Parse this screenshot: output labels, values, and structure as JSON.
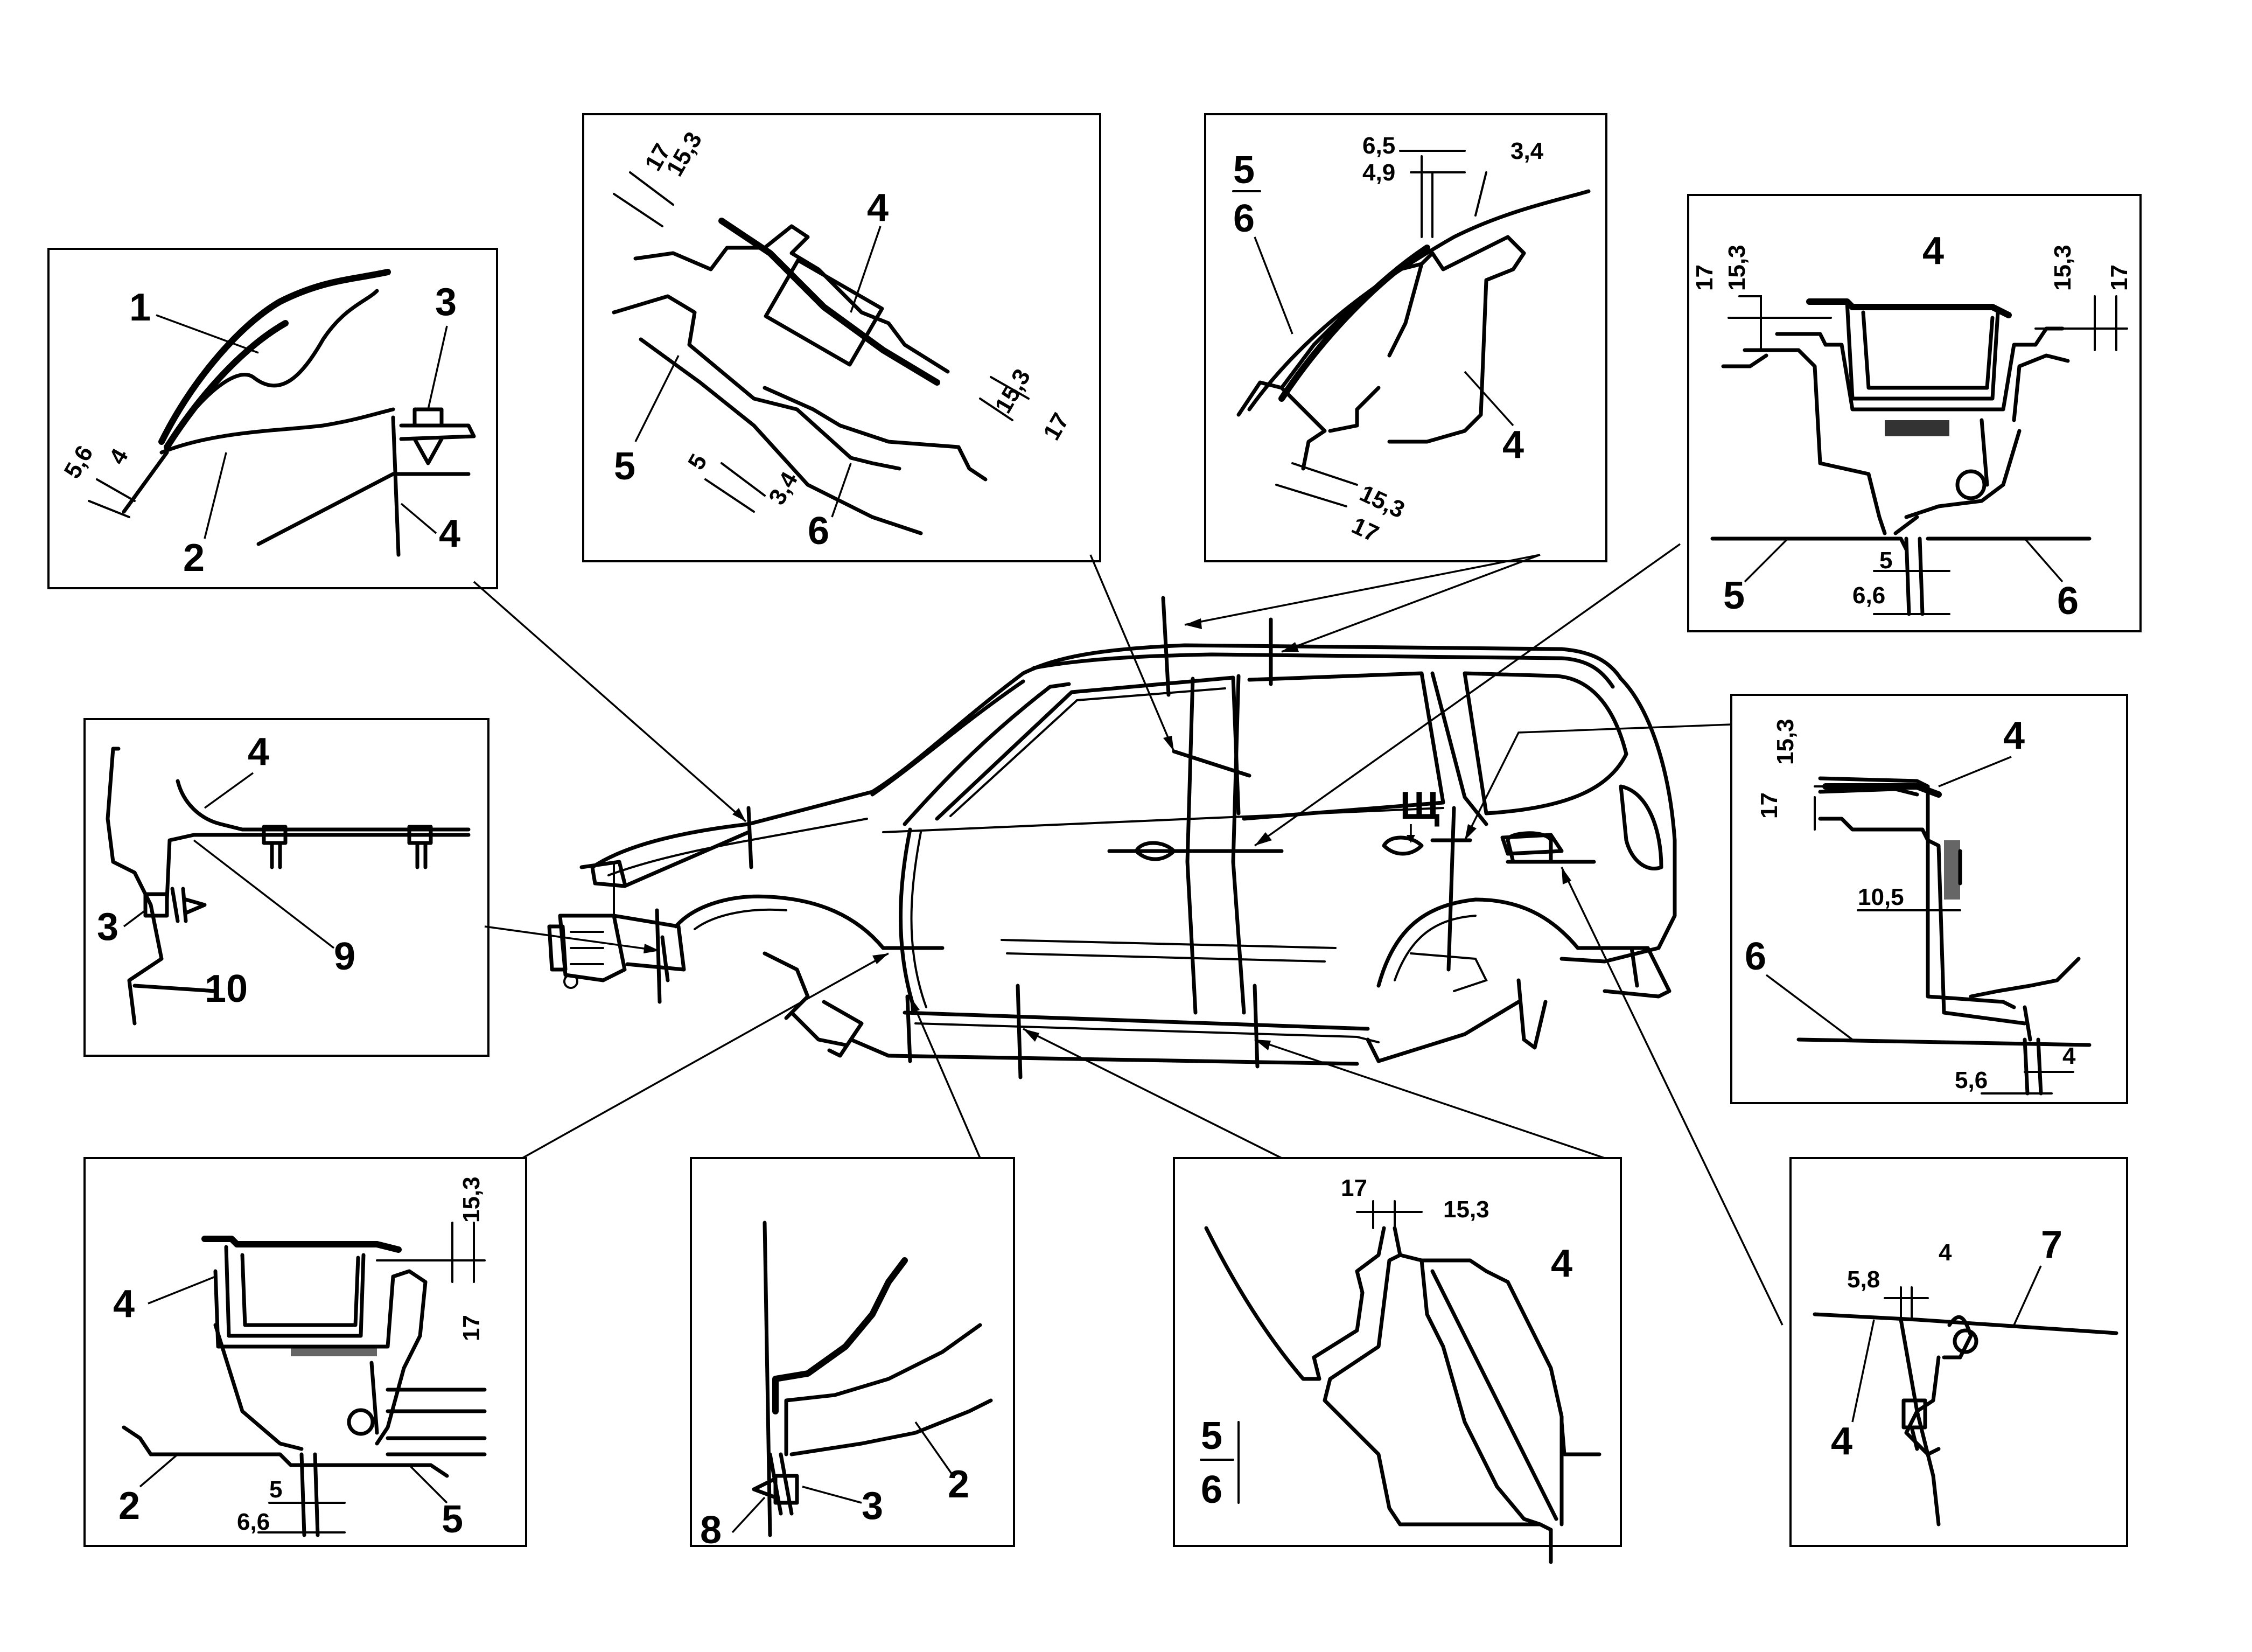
{
  "panels": {
    "hood_front": {
      "labels": [
        "1",
        "2",
        "3",
        "4"
      ],
      "dims": [
        "5,6",
        "4"
      ]
    },
    "roof_front": {
      "labels": [
        "4",
        "5",
        "6"
      ],
      "dims": [
        "17",
        "15,3",
        "15,3",
        "17",
        "5",
        "3,4"
      ]
    },
    "roof_rear": {
      "labels": [
        "5",
        "6",
        "4"
      ],
      "dims": [
        "6,5",
        "4,9",
        "3,4",
        "15,3",
        "17"
      ]
    },
    "front_door_top": {
      "labels": [
        "4",
        "5",
        "6"
      ],
      "dims": [
        "17",
        "15,3",
        "15,3",
        "17",
        "5",
        "6,6"
      ]
    },
    "front_fender": {
      "labels": [
        "4",
        "3",
        "9",
        "10"
      ]
    },
    "rear_door": {
      "labels": [
        "4",
        "6"
      ],
      "dims": [
        "15,3",
        "17",
        "10,5",
        "5,6",
        "4"
      ]
    },
    "front_pillar_bottom": {
      "labels": [
        "4",
        "2",
        "5"
      ],
      "dims": [
        "15,3",
        "17",
        "5",
        "6,6"
      ]
    },
    "fender_bottom": {
      "labels": [
        "2",
        "3",
        "8"
      ]
    },
    "sill": {
      "labels": [
        "4",
        "5",
        "6"
      ],
      "dims": [
        "17",
        "15,3"
      ]
    },
    "fuel_door": {
      "labels": [
        "7",
        "4"
      ],
      "dims": [
        "5,8",
        "4"
      ]
    }
  },
  "car": {
    "section_mark": "Щ"
  }
}
